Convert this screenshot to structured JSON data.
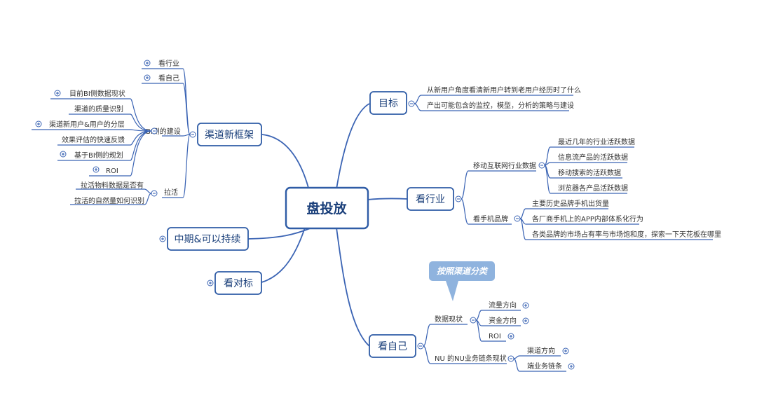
{
  "root": "盘投放",
  "branches": {
    "goal": {
      "label": "目标",
      "items": [
        "从新用户角度看清新用户转到老用户经历时了什么",
        "产出可能包含的监控，模型，分析的策略与建设"
      ]
    },
    "industry": {
      "label": "看行业",
      "mobile": {
        "label": "移动互联网行业数据",
        "items": [
          "最近几年的行业活跃数据",
          "信息流产品的活跃数据",
          "移动搜索的活跃数据",
          "浏览器各产品活跃数据"
        ]
      },
      "phone": {
        "label": "看手机品牌",
        "items": [
          "主要历史品牌手机出货量",
          "各厂商手机上的APP内部体系化行为",
          "各类品牌的市场占有率与市场饱和度，探索一下天花板在哪里"
        ]
      }
    },
    "self": {
      "label": "看自己",
      "callout": "按照渠道分类",
      "data_status": {
        "label": "数据现状",
        "items": [
          "流量方向",
          "资金方向",
          "ROI"
        ]
      },
      "nu_chain": {
        "label": "NU 的NU业务链条现状",
        "items": [
          "渠道方向",
          "端业务链条"
        ]
      }
    },
    "framework": {
      "label": "渠道新框架",
      "top_items": [
        "看行业",
        "看自己"
      ],
      "bi": {
        "label": "BI侧的建设",
        "items": [
          "目前BI侧数据现状",
          "渠道的质量识别",
          "渠道新用户&用户的分层",
          "效果评估的快速反馈",
          "基于BI侧的规划",
          "ROI"
        ]
      },
      "pull": {
        "label": "拉活",
        "items": [
          "拉活物料数据是否有",
          "拉活的自然量如何识别"
        ]
      }
    },
    "midterm": {
      "label": "中期&可以持续"
    },
    "benchmark": {
      "label": "看对标"
    }
  }
}
